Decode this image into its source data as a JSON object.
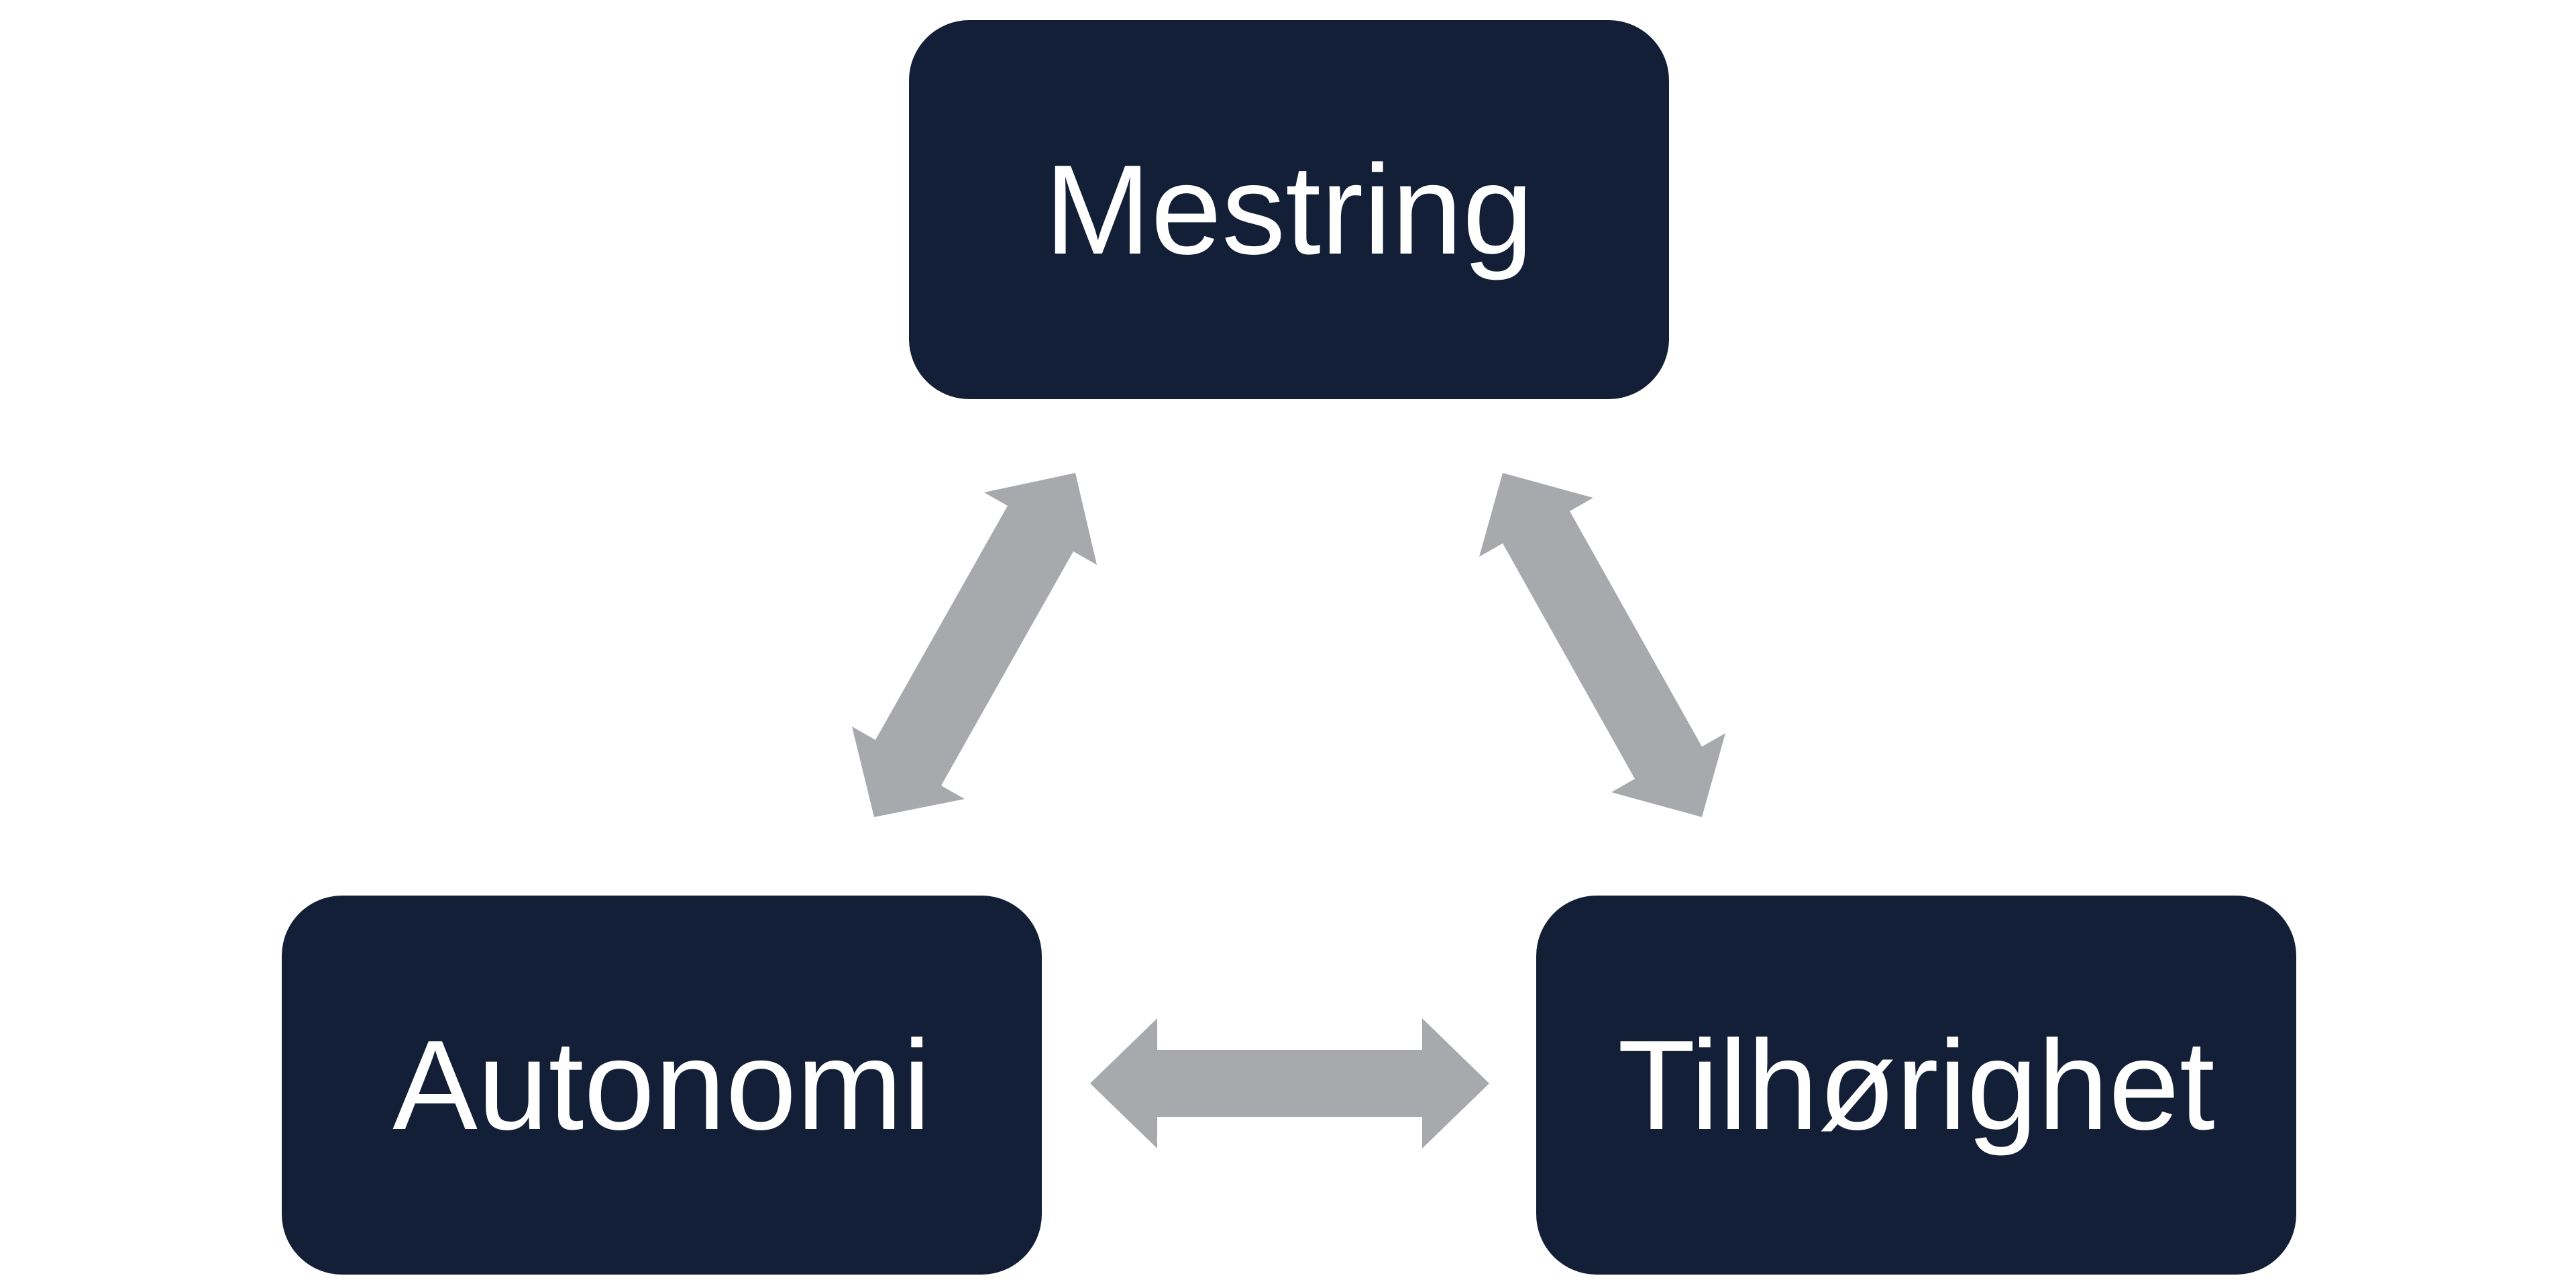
{
  "diagram": {
    "nodes": {
      "top": "Mestring",
      "left": "Autonomi",
      "right": "Tilhørighet"
    },
    "colors": {
      "node_fill": "#131f36",
      "node_text": "#ffffff",
      "arrow": "#a8a9ad",
      "background": "#ffffff"
    },
    "connections": [
      {
        "from": "Mestring",
        "to": "Autonomi",
        "direction": "bidirectional"
      },
      {
        "from": "Mestring",
        "to": "Tilhørighet",
        "direction": "bidirectional"
      },
      {
        "from": "Autonomi",
        "to": "Tilhørighet",
        "direction": "bidirectional"
      }
    ]
  }
}
